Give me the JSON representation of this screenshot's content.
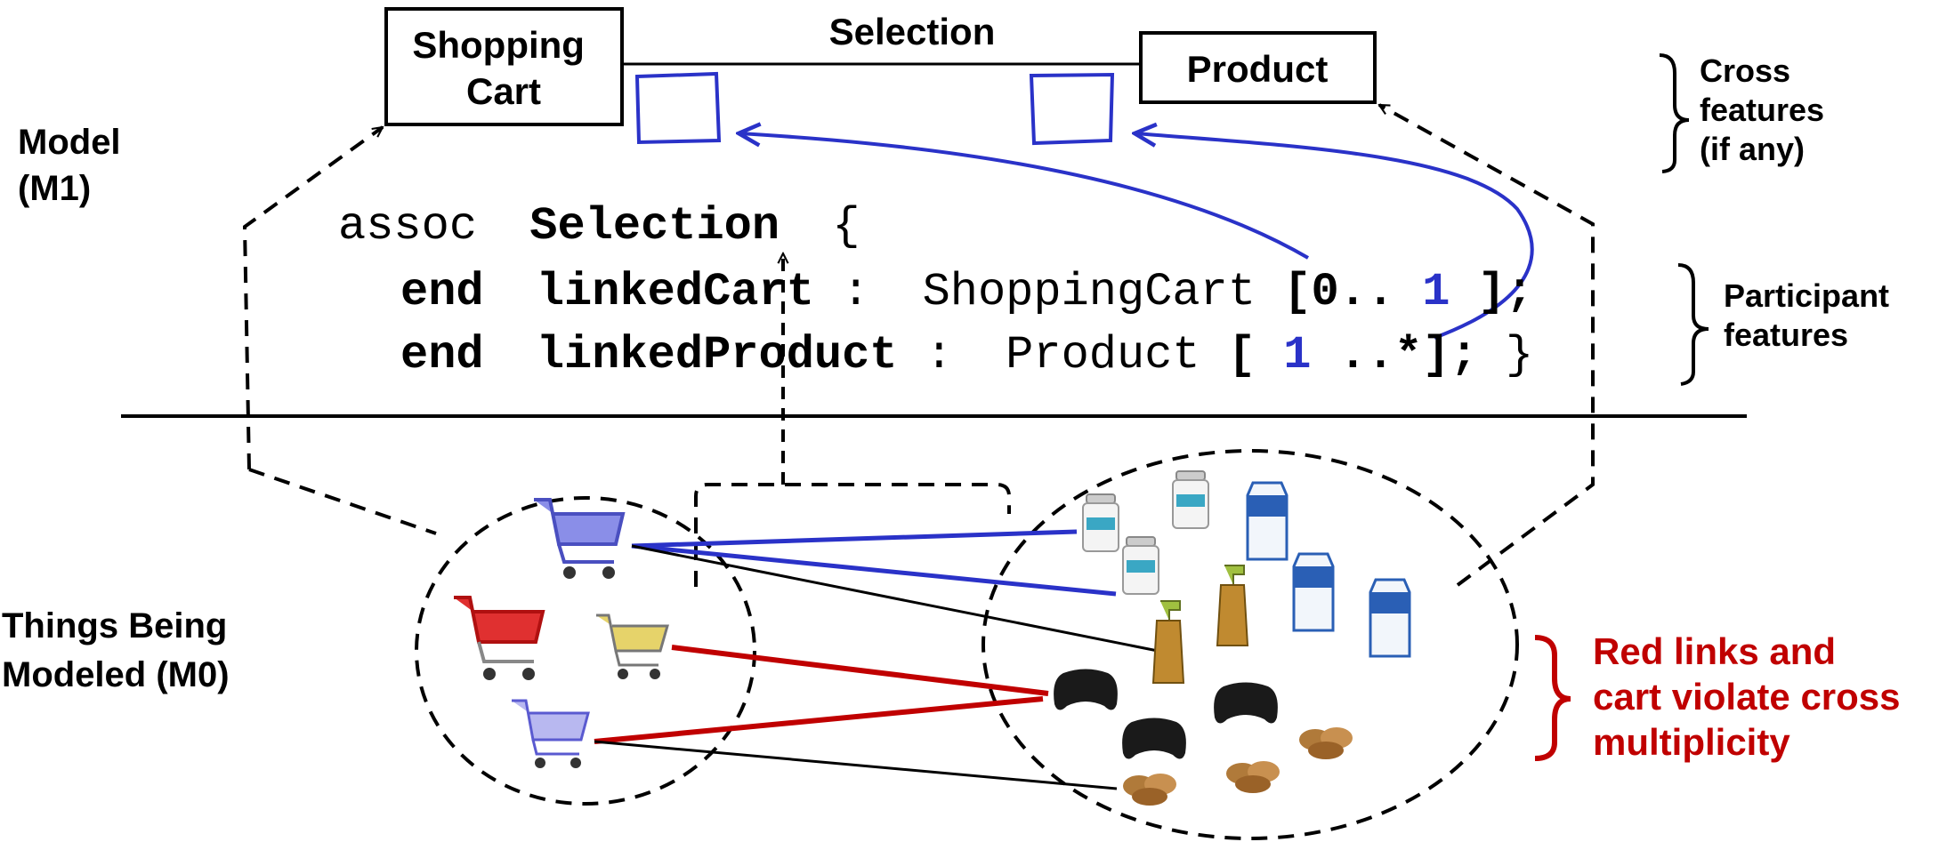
{
  "model_label": [
    "Model",
    "(M1)"
  ],
  "m0_label": [
    "Things Being",
    "Modeled (M0)"
  ],
  "shopping_cart_box": [
    "Shopping",
    "Cart"
  ],
  "product_box": "Product",
  "association_label": "Selection",
  "cross_features_note": [
    "Cross",
    "features",
    "(if any)"
  ],
  "participant_features_note": [
    "Participant",
    "features"
  ],
  "violation_note": [
    "Red links and",
    "cart violate cross",
    "multiplicity"
  ],
  "code": {
    "line1": {
      "keyword": "assoc",
      "name": "Selection",
      "brace": "{"
    },
    "line2": {
      "end_kw": "end",
      "feature": "linkedCart",
      "colon": ":",
      "type": "ShoppingCart",
      "open": "[0..",
      "mult": "1",
      "close": "];"
    },
    "line3": {
      "end_kw": "end",
      "feature": "linkedProduct",
      "colon": ":",
      "type": "Product",
      "open": "[",
      "mult": "1",
      "close": "..*];",
      "brace": "}"
    }
  },
  "colors": {
    "blue": "#2a32c8",
    "red": "#c00000",
    "black": "#000000"
  },
  "icons": {
    "carts": [
      "blue-cart-icon",
      "red-cart-icon",
      "yellow-cart-icon",
      "purple-cart-icon"
    ],
    "products": [
      "supplement-bottle-icon",
      "milk-carton-icon",
      "spray-bottle-icon",
      "game-controller-icon",
      "pecans-icon"
    ]
  }
}
